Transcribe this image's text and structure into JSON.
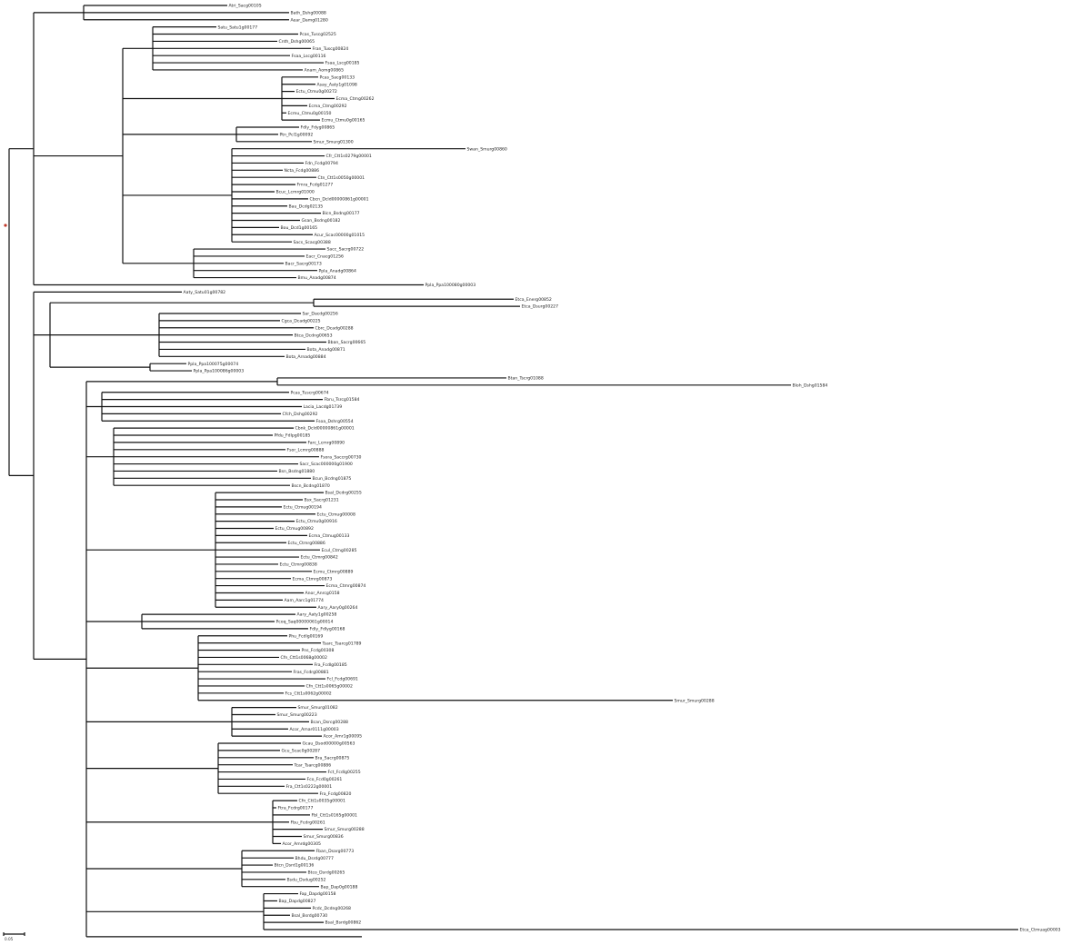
{
  "tree": {
    "scale_bar_label": "0.05",
    "root_marker_color": "#c0392b",
    "branch_color": "#111111"
  },
  "leaves": [
    "Atri_Sacg00105",
    "Bath_Dshg00088",
    "Aear_Damg01280",
    "Satu_Satu1g00177",
    "Pcas_Tuscg02525",
    "Cnth_Dshg00065",
    "Fran_Tuscg00824",
    "Fsaa_Lscg00116",
    "Fsaa_Lscg00185",
    "Anam_Aomg00865",
    "Pcas_Sacg00133",
    "Asay_Aaty1g01098",
    "Ectu_Ctmu0g00272",
    "Ecma_Ctmg00262",
    "Ecma_Ctmg00292",
    "Ecmu_Ctmu0g00150",
    "Ecmu_Ctmu0g00165",
    "Fdly_Fdyg00865",
    "Ptn_Pcl1g00092",
    "Smur_Smurg01300",
    "Swan_Smurg00860",
    "Cfr_Ctt1s0279g00001",
    "Fdn_Fcdg00794",
    "Ncta_Fcdg00886",
    "Ctn_Ctt1s0050g00001",
    "Fmra_Fcdg01277",
    "Bcuc_Lcmrg01000",
    "Cbcn_Dcld00000861g00001",
    "Bau_Dcdg02135",
    "Bicn_Bsdng00177",
    "Gsan_Bsdng00182",
    "Bou_Dcd1g00165",
    "Acur_Scac00000g01015",
    "Sacs_Scacg00388",
    "Sacc_Sacrg00722",
    "Eacr_Cnacg01256",
    "Bacr_Sacrg00173",
    "Ppla_Anadg00864",
    "Bmu_Anadg00874",
    "Ppla_Ppa100080g00003",
    "Aaty_Satu01g00782",
    "Etca_Energ00852",
    "Etca_Dsurg00227",
    "Sar_Dacdg00256",
    "Cgca_Dcadg00225",
    "Cbrc_Dcadg00288",
    "Btca_Dcdng00653",
    "Bban_Sacrg00665",
    "Bota_Anadg00871",
    "Bota_Arnadg00884",
    "Ppla_Ppa100075g00074",
    "Ppla_Ppa100086g00003",
    "Btan_Tscrg01088",
    "Bloh_Dshg01584",
    "Pcas_Tuscrg00674",
    "Fbru_Tsrcg01584",
    "Lacia_Lacdg01739",
    "Cfch_Dshg00292",
    "Fsoa_Dshrg00554",
    "Cbnk_Dcld00000861g00001",
    "Pfdu_Fdlpg00185",
    "Farc_Lcmrg00890",
    "Fsor_Lcmrg00888",
    "Fsora_Saccrg00730",
    "Sacr_Scac000000g01900",
    "Bsn_Bsdng01880",
    "Bcun_Bcdng01875",
    "Bscn_Bcdng01870",
    "Bsal_Dcdrg00255",
    "Bsx_Sacrg01231",
    "Ectu_Ctmug00194",
    "Ectu_Ctmug00008",
    "Ectu_Ctmu0g00916",
    "Ectu_Ctmug00892",
    "Ecma_Ctmug00133",
    "Ectu_Ctmrg00886",
    "Ecul_Ctmg00285",
    "Ectu_Ctmrg00842",
    "Ectu_Ctmrg00838",
    "Ecmu_Ctmrg00889",
    "Ecma_Ctmrg00873",
    "Ecma_Ctmrg00874",
    "Anor_Anrcg0158",
    "Aam_Aarc1g01774",
    "Aary_Aary0g00264",
    "Aary_Aaty1g00258",
    "Pcoq_Saq00000061g00014",
    "Fdly_Fdlyg00168",
    "Phu_Fcdlg00169",
    "Tsarc_Tsarcg01789",
    "Pns_Fcdg00308",
    "Cfn_Ctt1s0068g00002",
    "Fra_Fcdlg00185",
    "Fras_Fcdrg00881",
    "Fcl_Fcdg00691",
    "Cfn_Ctt1s0065g00002",
    "Fcs_Ctt1s0062g00002",
    "Smur_Smurg00288",
    "Smur_Smurg01082",
    "Smur_Smurg00223",
    "Bcan_Dsrcg00288",
    "Acor_Amar0111g00003",
    "Acor_Amr1g00095",
    "Gcau_Dsod00000g00563",
    "Gcu_Scac0g00287",
    "Bra_Sacrg00875",
    "Tcar_Tsarcg00886",
    "Fct_Fcdlg00255",
    "Fco_Fcd0g00261",
    "Fra_Ctt1s0222g00001",
    "Fra_Fcdg00820",
    "Cfn_Ctt1s0035g00001",
    "Ftra_Fcdrg00177",
    "Fbl_Ctt1s0165g00001",
    "Fbu_Fcdrg00261",
    "Smur_Smurg00288",
    "Smur_Smurg00836",
    "Acor_Amrdg00305",
    "Fban_Dsarg00773",
    "Bhdu_Dsrdg00777",
    "Btcn_Dsrd1g00136",
    "Btco_Dsrdg00265",
    "Bsdu_Dsdug00252",
    "Bap_Dap0g00188",
    "Fap_Dapdg00158",
    "Bap_Dapdg00827",
    "Pcdc_Dcdng00268",
    "Bsal_Bsrdg00730",
    "Bsal_Bsrdg00862",
    "Etca_Ctmuag00003"
  ]
}
